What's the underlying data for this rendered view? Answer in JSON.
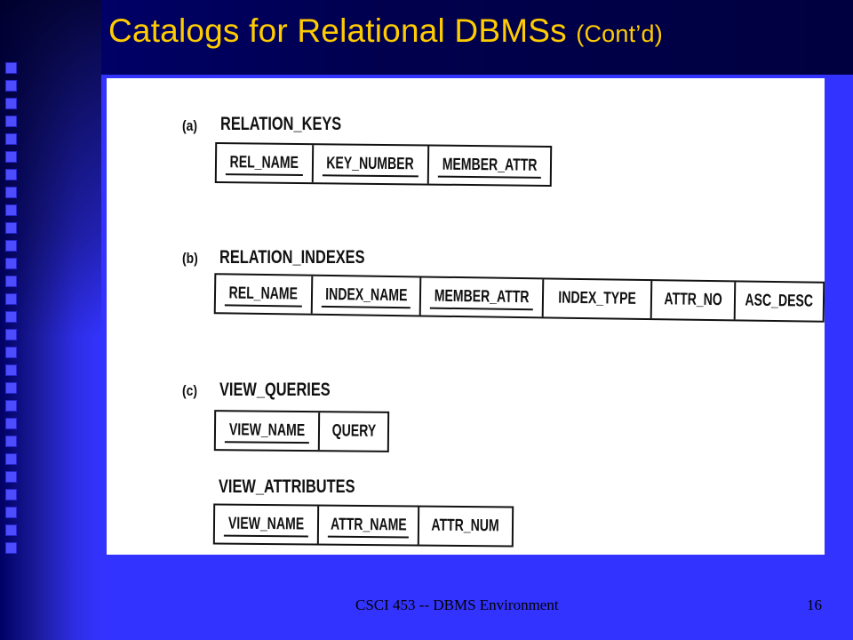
{
  "slide": {
    "title_main": "Catalogs for Relational DBMSs",
    "title_sub": "(Cont’d)",
    "footer_text": "CSCI 453 -- DBMS Environment",
    "page_number": "16"
  },
  "figure": {
    "part_a": {
      "label": "(a)",
      "relation": "RELATION_KEYS",
      "columns": [
        "REL_NAME",
        "KEY_NUMBER",
        "MEMBER_ATTR"
      ]
    },
    "part_b": {
      "label": "(b)",
      "relation": "RELATION_INDEXES",
      "columns": [
        "REL_NAME",
        "INDEX_NAME",
        "MEMBER_ATTR",
        "INDEX_TYPE",
        "ATTR_NO",
        "ASC_DESC"
      ]
    },
    "part_c": {
      "label": "(c)",
      "relation_1": "VIEW_QUERIES",
      "columns_1": [
        "VIEW_NAME",
        "QUERY"
      ],
      "relation_2": "VIEW_ATTRIBUTES",
      "columns_2": [
        "VIEW_NAME",
        "ATTR_NAME",
        "ATTR_NUM"
      ]
    }
  },
  "colors": {
    "background": "#3333ff",
    "title": "#ffcc00"
  }
}
